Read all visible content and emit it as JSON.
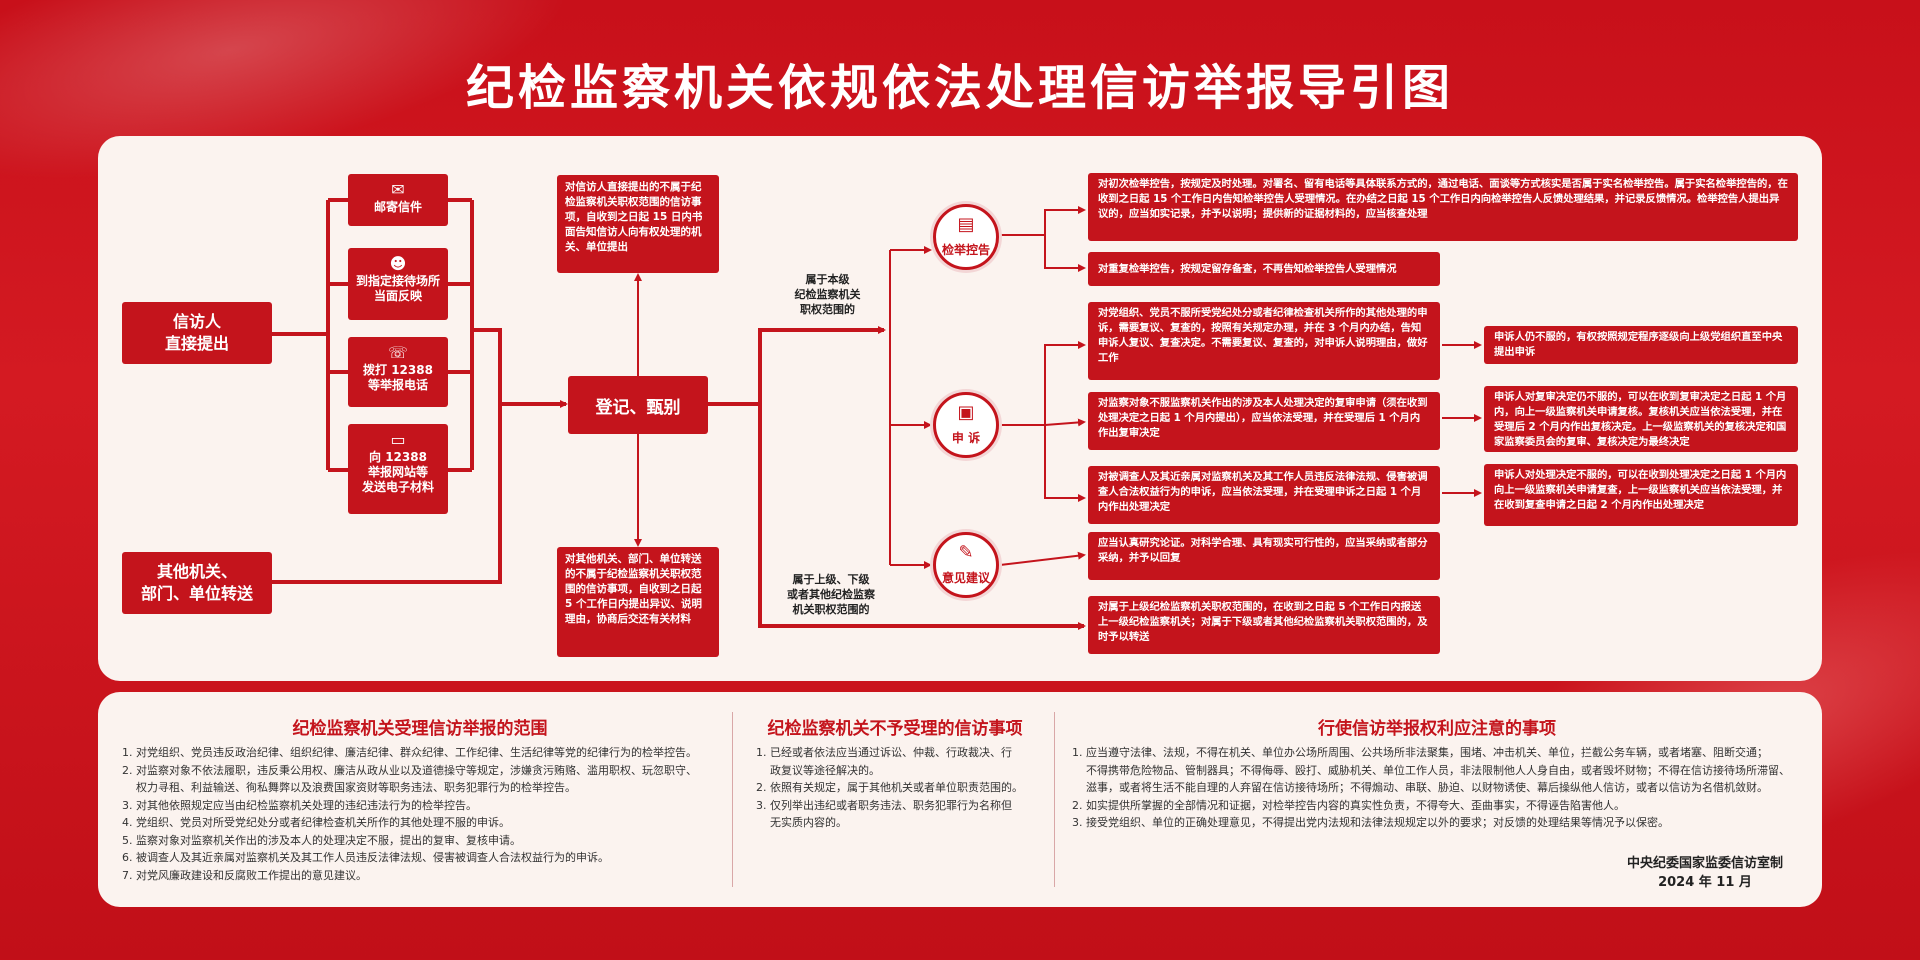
{
  "title": "纪检监察机关依规依法处理信访举报导引图",
  "sources": {
    "petitioner": "信访人\n直接提出",
    "others": "其他机关、\n部门、单位转送"
  },
  "channels": [
    {
      "icon": "mail-icon",
      "glyph": "✉",
      "label": "邮寄信件"
    },
    {
      "icon": "visitor-icon",
      "glyph": "☻",
      "label": "到指定接待场所\n当面反映"
    },
    {
      "icon": "phone-icon",
      "glyph": "☏",
      "label": "拨打 12388\n等举报电话"
    },
    {
      "icon": "computer-icon",
      "glyph": "▭",
      "label": "向 12388\n举报网站等\n发送电子材料"
    }
  ],
  "register_label": "登记、甄别",
  "note_top": "对信访人直接提出的不属于纪检监察机关职权范围的信访事项，自收到之日起 15 日内书面告知信访人向有权处理的机关、单位提出",
  "note_bottom": "对其他机关、部门、单位转送的不属于纪检监察机关职权范围的信访事项，自收到之日起 5 个工作日内提出异议、说明理由，协商后交还有关材料",
  "branch_labels": {
    "own": "属于本级\n纪检监察机关\n职权范围的",
    "other": "属于上级、下级\n或者其他纪检监察\n机关职权范围的"
  },
  "categories": [
    {
      "icon": "report-icon",
      "glyph": "▤",
      "label": "检举控告"
    },
    {
      "icon": "appeal-icon",
      "glyph": "▣",
      "label": "申 诉"
    },
    {
      "icon": "suggestion-icon",
      "glyph": "✎",
      "label": "意见建议"
    }
  ],
  "results": {
    "report_1": "对初次检举控告，按规定及时处理。对署名、留有电话等具体联系方式的，通过电话、面谈等方式核实是否属于实名检举控告。属于实名检举控告的，在收到之日起 15 个工作日内告知检举控告人受理情况。在办结之日起 15 个工作日内向检举控告人反馈处理结果，并记录反馈情况。检举控告人提出异议的，应当如实记录，并予以说明；提供新的证据材料的，应当核查处理",
    "report_2": "对重复检举控告，按规定留存备查，不再告知检举控告人受理情况",
    "appeal_1": "对党组织、党员不服所受党纪处分或者纪律检查机关所作的其他处理的申诉，需要复议、复查的，按照有关规定办理，并在 3 个月内办结，告知申诉人复议、复查决定。不需要复议、复查的，对申诉人说明理由，做好工作",
    "appeal_1b": "申诉人仍不服的，有权按照规定程序逐级向上级党组织直至中央提出申诉",
    "appeal_2": "对监察对象不服监察机关作出的涉及本人处理决定的复审申请（须在收到处理决定之日起 1 个月内提出），应当依法受理，并在受理后 1 个月内作出复审决定",
    "appeal_2b": "申诉人对复审决定仍不服的，可以在收到复审决定之日起 1 个月内，向上一级监察机关申请复核。复核机关应当依法受理，并在受理后 2 个月内作出复核决定。上一级监察机关的复核决定和国家监察委员会的复审、复核决定为最终决定",
    "appeal_3": "对被调查人及其近亲属对监察机关及其工作人员违反法律法规、侵害被调查人合法权益行为的申诉，应当依法受理，并在受理申诉之日起 1 个月内作出处理决定",
    "appeal_3b": "申诉人对处理决定不服的，可以在收到处理决定之日起 1 个月内向上一级监察机关申请复查，上一级监察机关应当依法受理，并在收到复查申请之日起 2 个月内作出处理决定",
    "suggest": "应当认真研究论证。对科学合理、具有现实可行性的，应当采纳或者部分采纳，并予以回复",
    "transfer": "对属于上级纪检监察机关职权范围的，在收到之日起 5 个工作日内报送上一级纪检监察机关；对属于下级或者其他纪检监察机关职权范围的，及时予以转送"
  },
  "bottom": {
    "col1": {
      "title": "纪检监察机关受理信访举报的范围",
      "items": [
        "1. 对党组织、党员违反政治纪律、组织纪律、廉洁纪律、群众纪律、工作纪律、生活纪律等党的纪律行为的检举控告。",
        "2. 对监察对象不依法履职，违反秉公用权、廉洁从政从业以及道德操守等规定，涉嫌贪污贿赂、滥用职权、玩忽职守、",
        "    权力寻租、利益输送、徇私舞弊以及浪费国家资财等职务违法、职务犯罪行为的检举控告。",
        "3. 对其他依照规定应当由纪检监察机关处理的违纪违法行为的检举控告。",
        "4. 党组织、党员对所受党纪处分或者纪律检查机关所作的其他处理不服的申诉。",
        "5. 监察对象对监察机关作出的涉及本人的处理决定不服，提出的复审、复核申请。",
        "6. 被调查人及其近亲属对监察机关及其工作人员违反法律法规、侵害被调查人合法权益行为的申诉。",
        "7. 对党风廉政建设和反腐败工作提出的意见建议。"
      ]
    },
    "col2": {
      "title": "纪检监察机关不予受理的信访事项",
      "items": [
        "1. 已经或者依法应当通过诉讼、仲裁、行政裁决、行",
        "    政复议等途径解决的。",
        "2. 依照有关规定，属于其他机关或者单位职责范围的。",
        "3. 仅列举出违纪或者职务违法、职务犯罪行为名称但",
        "    无实质内容的。"
      ]
    },
    "col3": {
      "title": "行使信访举报权利应注意的事项",
      "items": [
        "1. 应当遵守法律、法规，不得在机关、单位办公场所周围、公共场所非法聚集，围堵、冲击机关、单位，拦截公务车辆，或者堵塞、阻断交通；",
        "    不得携带危险物品、管制器具；不得侮辱、殴打、威胁机关、单位工作人员，非法限制他人人身自由，或者毁坏财物；不得在信访接待场所滞留、",
        "    滋事，或者将生活不能自理的人弃留在信访接待场所；不得煽动、串联、胁迫、以财物诱使、幕后操纵他人信访，或者以信访为名借机敛财。",
        "2. 如实提供所掌握的全部情况和证据，对检举控告内容的真实性负责，不得夸大、歪曲事实，不得诬告陷害他人。",
        "3. 接受党组织、单位的正确处理意见，不得提出党内法规和法律法规规定以外的要求；对反馈的处理结果等情况予以保密。"
      ]
    },
    "signature": "中央纪委国家监委信访室制",
    "date": "2024 年 11 月"
  },
  "colors": {
    "accent": "#c4141c",
    "panel": "#fbf3ef"
  }
}
